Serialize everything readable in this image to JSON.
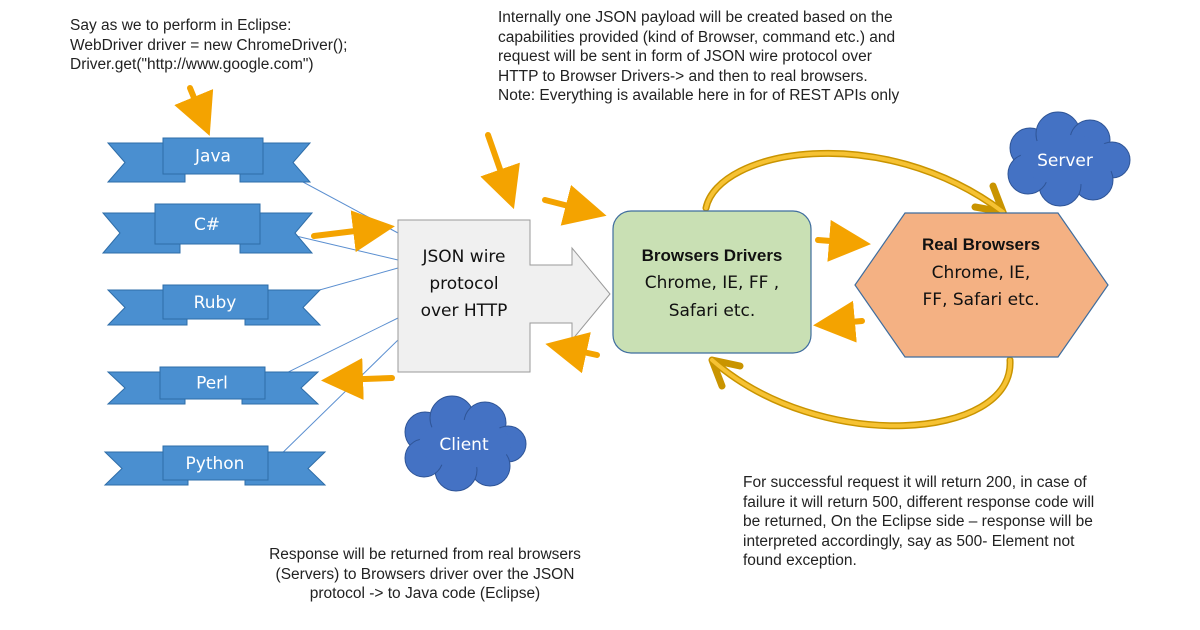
{
  "notes": {
    "eclipse": [
      "Say as we to perform in Eclipse:",
      "WebDriver driver = new ChromeDriver();",
      "Driver.get(\"http://www.google.com\")"
    ],
    "payload": [
      "Internally one JSON payload will be created based on the",
      "capabilities provided (kind of Browser, command etc.) and",
      "request will be sent in form of JSON wire protocol over",
      "HTTP to Browser Drivers->  and then to real browsers.",
      "Note: Everything is available here in for of REST APIs only"
    ],
    "status": [
      "For successful request it will return 200, in case of",
      "failure it will return 500, different response code will",
      "be returned, On the Eclipse side – response will be",
      "interpreted  accordingly, say as 500- Element not",
      "found exception."
    ],
    "response": [
      "Response will be returned from real browsers",
      "(Servers) to Browsers driver over the JSON",
      "protocol -> to Java code (Eclipse)"
    ]
  },
  "languages": [
    "Java",
    "C#",
    "Ruby",
    "Perl",
    "Python"
  ],
  "json_box": [
    "JSON wire",
    "protocol",
    "over HTTP"
  ],
  "drivers_box": {
    "title": "Browsers Drivers",
    "lines": [
      "Chrome, IE, FF ,",
      "Safari etc."
    ]
  },
  "browsers_box": {
    "title": "Real Browsers",
    "lines": [
      "Chrome, IE,",
      "FF, Safari etc."
    ]
  },
  "clouds": {
    "server": "Server",
    "client": "Client"
  },
  "colors": {
    "ribbon": "#4a8fd0",
    "ribbon_edge": "#2e6da8",
    "json_box": "#f0f0f0",
    "drivers_box": "#c9e0b4",
    "browsers_box": "#f4b183",
    "cloud": "#4472c4",
    "arrow": "#f4a300",
    "cycle": "#e0a800"
  }
}
